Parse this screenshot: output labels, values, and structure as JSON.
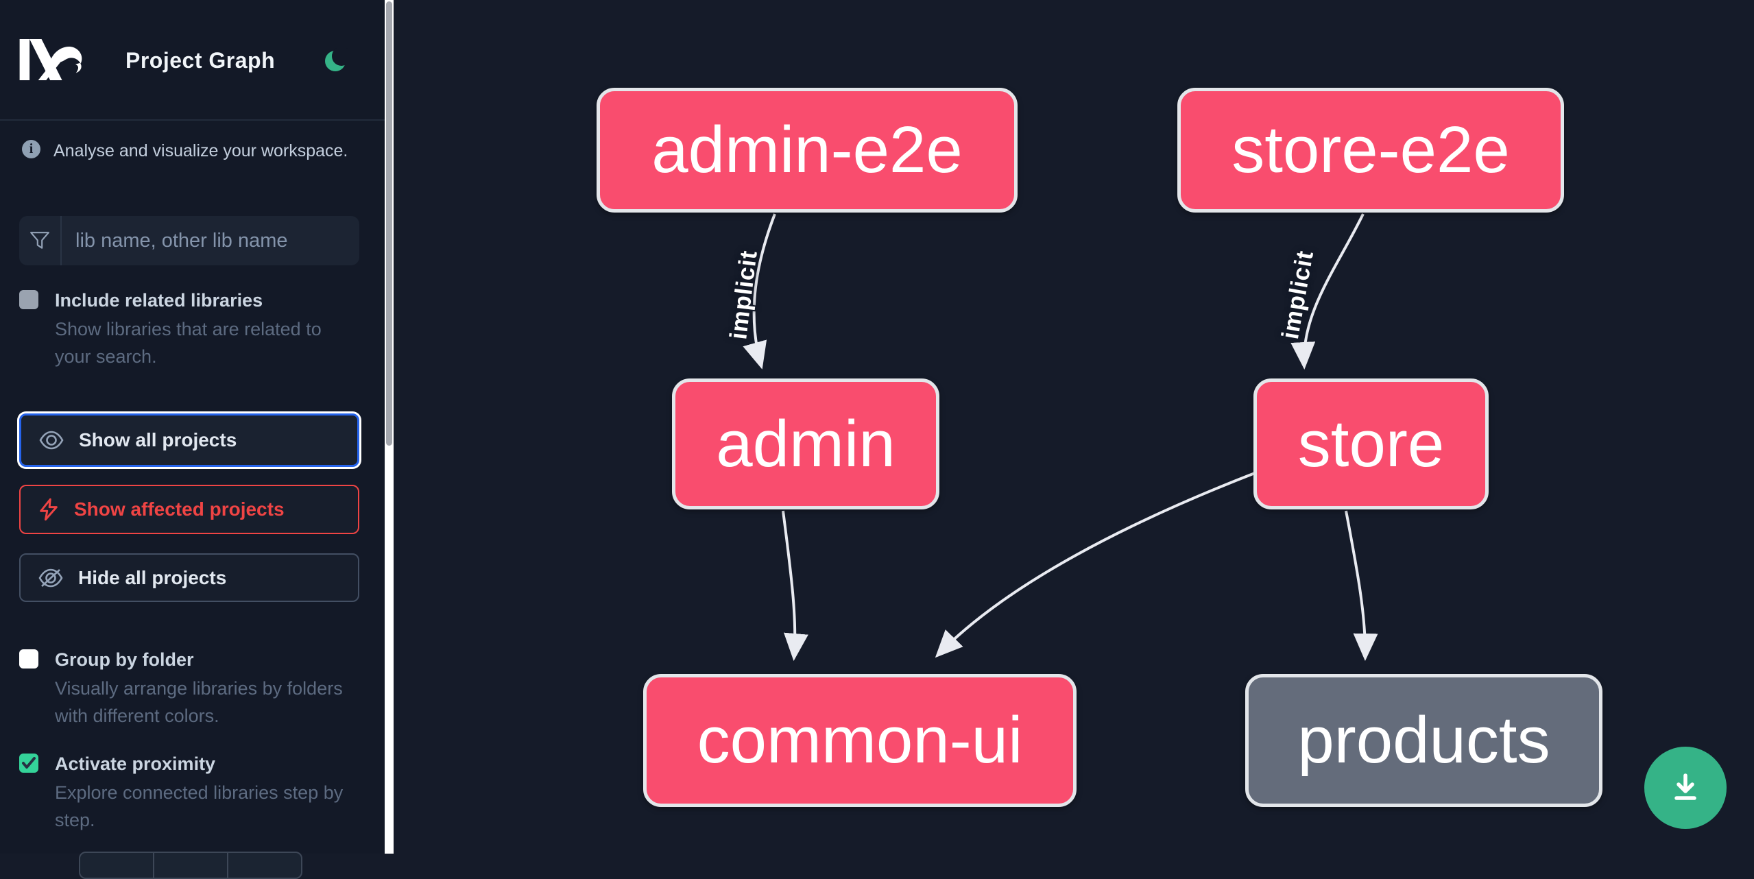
{
  "header": {
    "title": "Project Graph",
    "logo_icon": "nx-logo",
    "theme_toggle_icon": "moon-icon"
  },
  "sidebar": {
    "info": {
      "icon": "info-icon",
      "text": "Analyse and visualize your workspace."
    },
    "search": {
      "icon": "filter-icon",
      "placeholder": "lib name, other lib name",
      "value": ""
    },
    "checkboxes": [
      {
        "label": "Include related libraries",
        "description": "Show libraries that are related to your search.",
        "checked": false,
        "disabled": true
      },
      {
        "label": "Group by folder",
        "description": "Visually arrange libraries by folders with different colors.",
        "checked": false,
        "disabled": false
      },
      {
        "label": "Activate proximity",
        "description": "Explore connected libraries step by step.",
        "checked": true,
        "disabled": false
      }
    ],
    "buttons": [
      {
        "label": "Show all projects",
        "icon": "eye-icon",
        "state": "focused"
      },
      {
        "label": "Show affected projects",
        "icon": "bolt-icon",
        "state": "affected"
      },
      {
        "label": "Hide all projects",
        "icon": "eye-off-icon",
        "state": "default"
      }
    ]
  },
  "graph": {
    "nodes": [
      {
        "label": "admin-e2e",
        "color": "#f94d6e"
      },
      {
        "label": "store-e2e",
        "color": "#f94d6e"
      },
      {
        "label": "admin",
        "color": "#f94d6e"
      },
      {
        "label": "store",
        "color": "#f94d6e"
      },
      {
        "label": "common-ui",
        "color": "#f94d6e"
      },
      {
        "label": "products",
        "color": "#646c7b"
      }
    ],
    "edges": [
      {
        "from": "admin-e2e",
        "to": "admin",
        "label": "implicit"
      },
      {
        "from": "store-e2e",
        "to": "store",
        "label": "implicit"
      },
      {
        "from": "admin",
        "to": "common-ui",
        "label": ""
      },
      {
        "from": "store",
        "to": "common-ui",
        "label": ""
      },
      {
        "from": "store",
        "to": "products",
        "label": ""
      }
    ]
  },
  "actions": {
    "download_icon": "download-icon"
  },
  "colors": {
    "accent_blue": "#2563eb",
    "affected_red": "#ef4444",
    "check_green": "#34d399",
    "brand_green": "#35b387",
    "node_pink": "#f94d6e",
    "node_gray": "#646c7b",
    "node_border": "#e3e6ea",
    "edge": "#e9ebf1"
  }
}
